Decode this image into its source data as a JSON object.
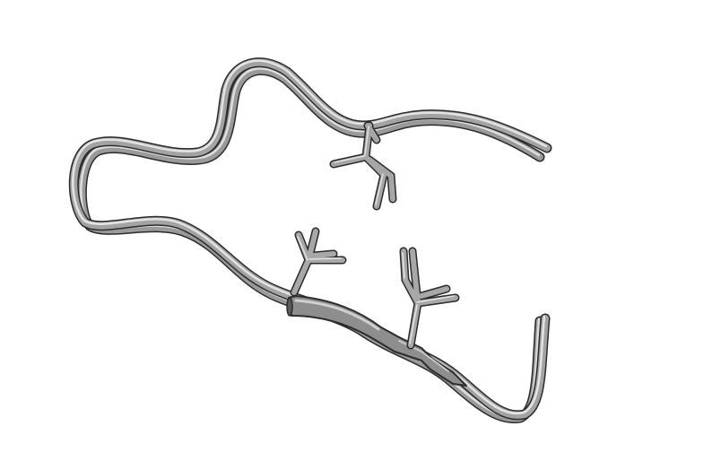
{
  "image": {
    "subject": "protein-backbone-ribbon-with-side-chains",
    "style": "grayscale-3d-tube",
    "background_color": "#ffffff",
    "tube_colors": {
      "outline": "#2b2b2b",
      "body": "#9a9a9a",
      "highlight": "#dedede",
      "sheet_fill": "#8e8e8e"
    },
    "backbone_strands": 2,
    "side_chains": 3,
    "beta_strand_arrows": 1
  }
}
